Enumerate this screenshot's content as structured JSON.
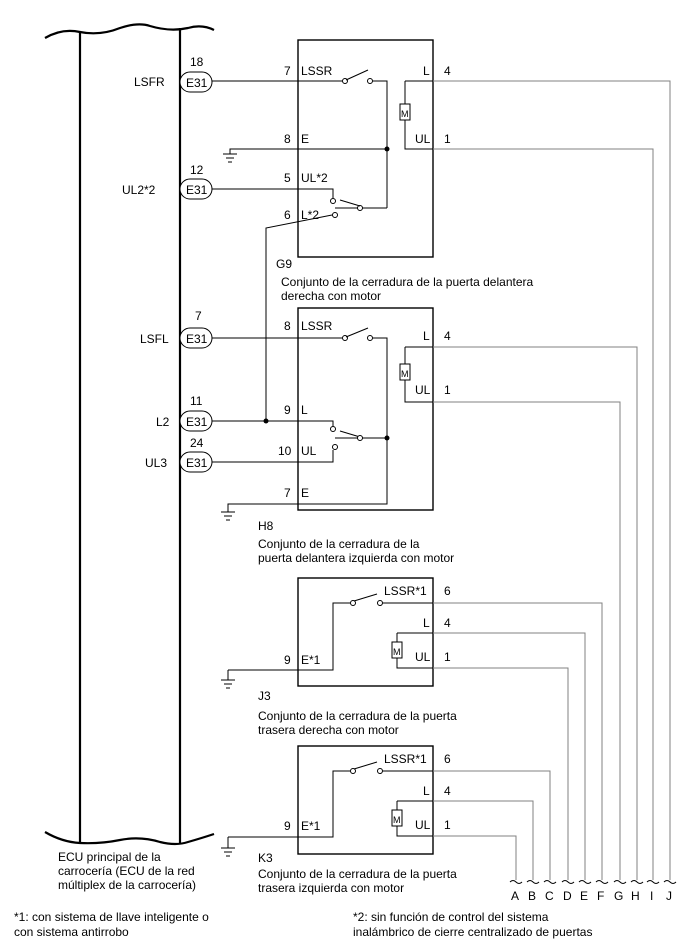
{
  "ecu": {
    "label_lines": [
      "ECU principal de la",
      "carrocería (ECU de la red",
      "múltiplex de la carrocería)"
    ],
    "connector": "E31",
    "pins": [
      {
        "signal": "LSFR",
        "pin": "18"
      },
      {
        "signal": "UL2*2",
        "pin": "12"
      },
      {
        "signal": "LSFL",
        "pin": "7"
      },
      {
        "signal": "L2",
        "pin": "11"
      },
      {
        "signal": "UL3",
        "pin": "24"
      }
    ]
  },
  "g9": {
    "code": "G9",
    "title_lines": [
      "Conjunto de la cerradura de la puerta delantera",
      "derecha con motor"
    ],
    "terminals": [
      {
        "pin": "7",
        "name": "LSSR"
      },
      {
        "pin": "8",
        "name": "E"
      },
      {
        "pin": "5",
        "name": "UL*2"
      },
      {
        "pin": "6",
        "name": "L*2"
      },
      {
        "pin": "4",
        "name": "L"
      },
      {
        "pin": "1",
        "name": "UL"
      }
    ]
  },
  "h8": {
    "code": "H8",
    "title_lines": [
      "Conjunto de la cerradura de la",
      "puerta delantera izquierda con motor"
    ],
    "terminals": [
      {
        "pin": "8",
        "name": "LSSR"
      },
      {
        "pin": "9",
        "name": "L"
      },
      {
        "pin": "10",
        "name": "UL"
      },
      {
        "pin": "7",
        "name": "E"
      },
      {
        "pin": "4",
        "name": "L"
      },
      {
        "pin": "1",
        "name": "UL"
      }
    ]
  },
  "j3": {
    "code": "J3",
    "title_lines": [
      "Conjunto de la cerradura de la puerta",
      "trasera derecha con motor"
    ],
    "terminals": [
      {
        "pin": "6",
        "name": "LSSR*1"
      },
      {
        "pin": "4",
        "name": "L"
      },
      {
        "pin": "1",
        "name": "UL"
      },
      {
        "pin": "9",
        "name": "E*1"
      }
    ]
  },
  "k3": {
    "code": "K3",
    "title_lines": [
      "Conjunto de la cerradura de la puerta",
      "trasera izquierda con motor"
    ],
    "terminals": [
      {
        "pin": "6",
        "name": "LSSR*1"
      },
      {
        "pin": "4",
        "name": "L"
      },
      {
        "pin": "1",
        "name": "UL"
      },
      {
        "pin": "9",
        "name": "E*1"
      }
    ]
  },
  "motor_symbol": "M",
  "buses": [
    "A",
    "B",
    "C",
    "D",
    "E",
    "F",
    "G",
    "H",
    "I",
    "J"
  ],
  "notes": {
    "n1_lines": [
      "*1: con sistema de llave inteligente o",
      "con sistema antirrobo"
    ],
    "n2_lines": [
      "*2: sin función de control del sistema",
      "inalámbrico de cierre centralizado de puertas"
    ]
  },
  "colors": {
    "wire": "#000000",
    "bus_wire": "#808080"
  }
}
